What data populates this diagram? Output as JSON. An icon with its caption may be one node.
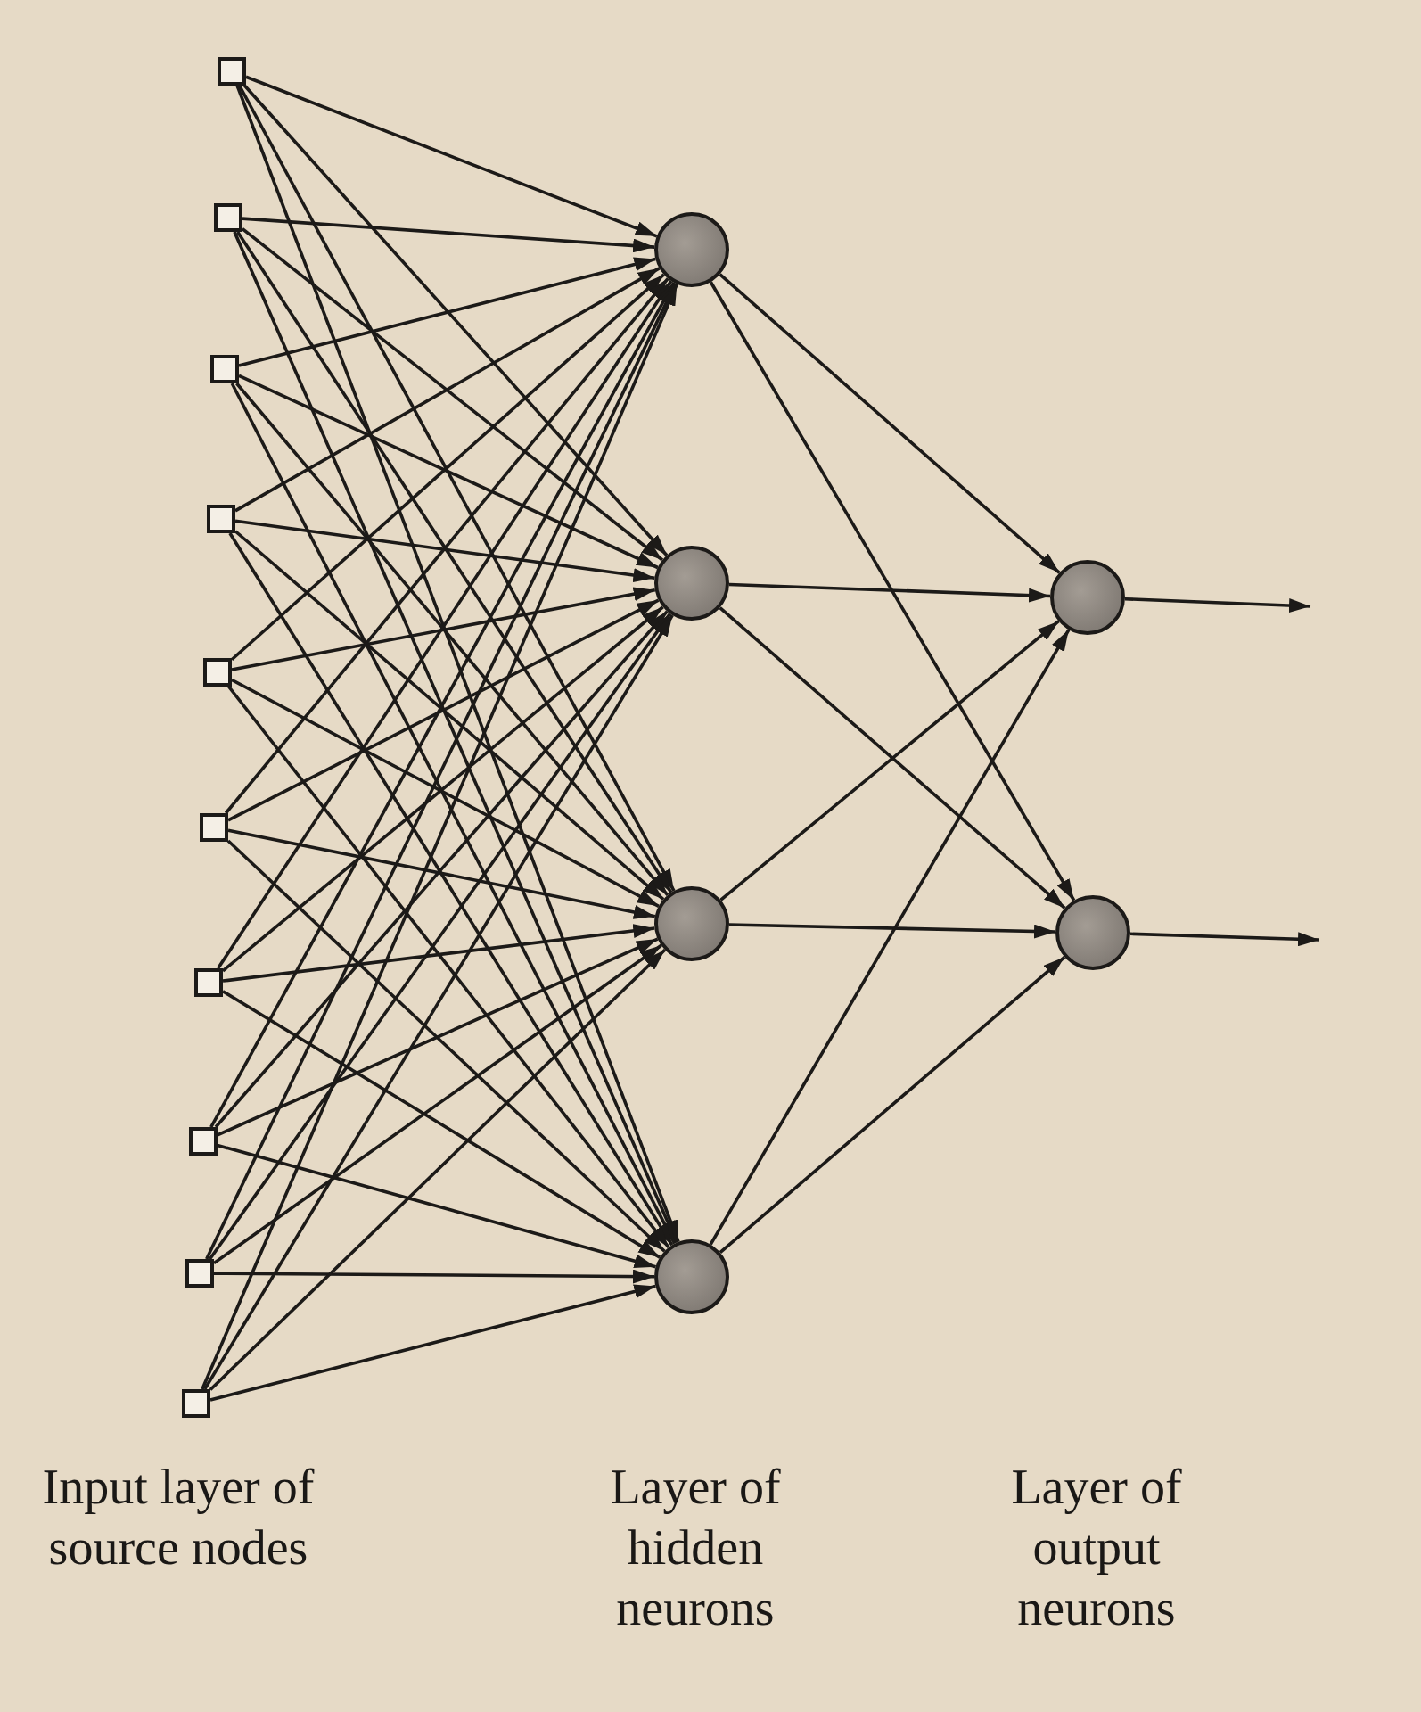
{
  "diagram": {
    "nodes": [
      {
        "text": [],
        "shape": "box"
      },
      {
        "text": [],
        "shape": "box"
      },
      {
        "text": [],
        "shape": "box"
      },
      {
        "text": [],
        "shape": "box"
      },
      {
        "text": [],
        "shape": "box"
      },
      {
        "text": [],
        "shape": "box"
      },
      {
        "text": [],
        "shape": "box"
      },
      {
        "text": [],
        "shape": "box"
      },
      {
        "text": [],
        "shape": "box"
      },
      {
        "text": [],
        "shape": "box"
      },
      {
        "text": [],
        "shape": "circle"
      },
      {
        "text": [],
        "shape": "circle"
      },
      {
        "text": [],
        "shape": "circle"
      },
      {
        "text": [],
        "shape": "circle"
      },
      {
        "text": [],
        "shape": "circle"
      },
      {
        "text": [],
        "shape": "circle"
      }
    ],
    "edges": [
      {
        "from": 0,
        "to": 10,
        "arrow": "to"
      },
      {
        "from": 0,
        "to": 11,
        "arrow": "to"
      },
      {
        "from": 0,
        "to": 12,
        "arrow": "to"
      },
      {
        "from": 0,
        "to": 13,
        "arrow": "to"
      },
      {
        "from": 1,
        "to": 10,
        "arrow": "to"
      },
      {
        "from": 1,
        "to": 11,
        "arrow": "to"
      },
      {
        "from": 1,
        "to": 12,
        "arrow": "to"
      },
      {
        "from": 1,
        "to": 13,
        "arrow": "to"
      },
      {
        "from": 2,
        "to": 10,
        "arrow": "to"
      },
      {
        "from": 2,
        "to": 11,
        "arrow": "to"
      },
      {
        "from": 2,
        "to": 12,
        "arrow": "to"
      },
      {
        "from": 2,
        "to": 13,
        "arrow": "to"
      },
      {
        "from": 3,
        "to": 10,
        "arrow": "to"
      },
      {
        "from": 3,
        "to": 11,
        "arrow": "to"
      },
      {
        "from": 3,
        "to": 12,
        "arrow": "to"
      },
      {
        "from": 3,
        "to": 13,
        "arrow": "to"
      },
      {
        "from": 4,
        "to": 10,
        "arrow": "to"
      },
      {
        "from": 4,
        "to": 11,
        "arrow": "to"
      },
      {
        "from": 4,
        "to": 12,
        "arrow": "to"
      },
      {
        "from": 4,
        "to": 13,
        "arrow": "to"
      },
      {
        "from": 5,
        "to": 10,
        "arrow": "to"
      },
      {
        "from": 5,
        "to": 11,
        "arrow": "to"
      },
      {
        "from": 5,
        "to": 12,
        "arrow": "to"
      },
      {
        "from": 5,
        "to": 13,
        "arrow": "to"
      },
      {
        "from": 6,
        "to": 10,
        "arrow": "to"
      },
      {
        "from": 6,
        "to": 11,
        "arrow": "to"
      },
      {
        "from": 6,
        "to": 12,
        "arrow": "to"
      },
      {
        "from": 6,
        "to": 13,
        "arrow": "to"
      },
      {
        "from": 7,
        "to": 10,
        "arrow": "to"
      },
      {
        "from": 7,
        "to": 11,
        "arrow": "to"
      },
      {
        "from": 7,
        "to": 12,
        "arrow": "to"
      },
      {
        "from": 7,
        "to": 13,
        "arrow": "to"
      },
      {
        "from": 8,
        "to": 10,
        "arrow": "to"
      },
      {
        "from": 8,
        "to": 11,
        "arrow": "to"
      },
      {
        "from": 8,
        "to": 12,
        "arrow": "to"
      },
      {
        "from": 8,
        "to": 13,
        "arrow": "to"
      },
      {
        "from": 9,
        "to": 10,
        "arrow": "to"
      },
      {
        "from": 9,
        "to": 11,
        "arrow": "to"
      },
      {
        "from": 9,
        "to": 12,
        "arrow": "to"
      },
      {
        "from": 9,
        "to": 13,
        "arrow": "to"
      },
      {
        "from": 10,
        "to": 14,
        "arrow": "to"
      },
      {
        "from": 10,
        "to": 15,
        "arrow": "to"
      },
      {
        "from": 11,
        "to": 14,
        "arrow": "to"
      },
      {
        "from": 11,
        "to": 15,
        "arrow": "to"
      },
      {
        "from": 12,
        "to": 14,
        "arrow": "to"
      },
      {
        "from": 12,
        "to": 15,
        "arrow": "to"
      },
      {
        "from": 13,
        "to": 14,
        "arrow": "to"
      },
      {
        "from": 13,
        "to": 15,
        "arrow": "to"
      },
      {
        "from": 14,
        "to": null,
        "arrow": "to"
      },
      {
        "from": 15,
        "to": null,
        "arrow": "to"
      }
    ],
    "labels": [
      "Input layer of source nodes",
      "Layer of hidden neurons",
      "Layer of output neurons"
    ]
  }
}
